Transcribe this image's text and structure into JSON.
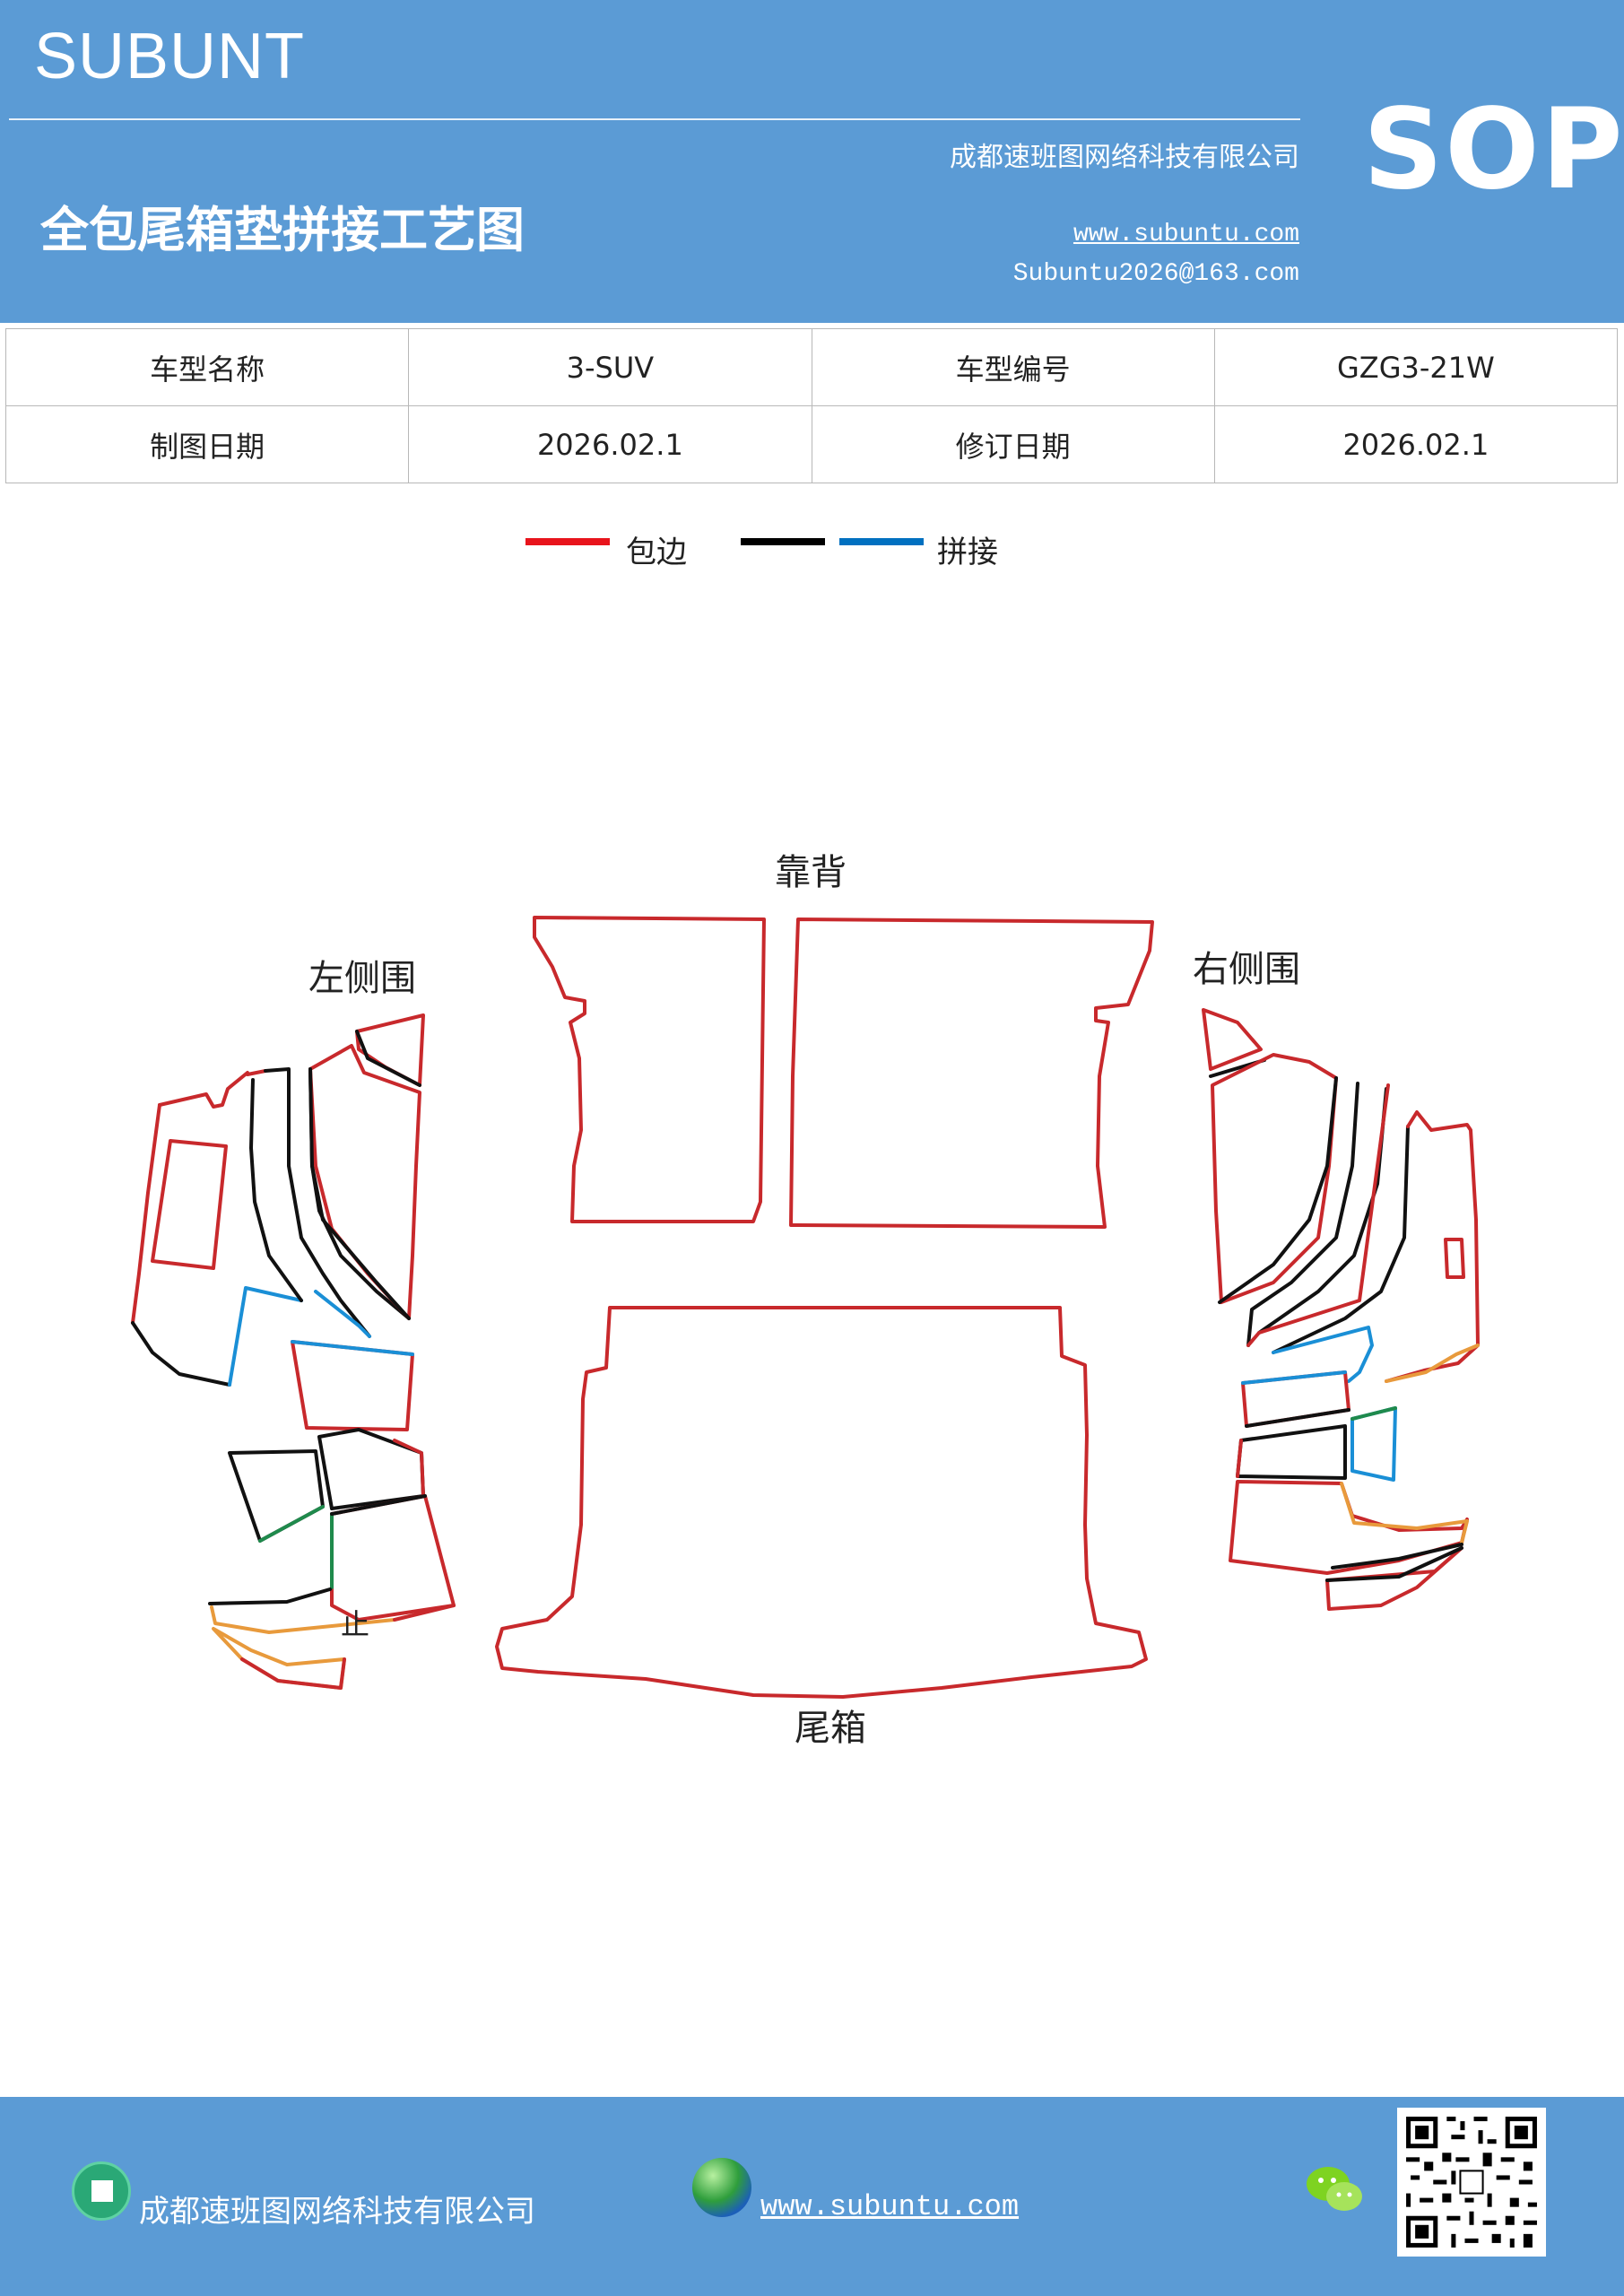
{
  "header": {
    "brand": "SUBUNT",
    "company": "成都速班图网络科技有限公司",
    "title": "全包尾箱垫拼接工艺图",
    "website": "www.subuntu.com",
    "email": "Subuntu2026@163.com",
    "badge": "SOP"
  },
  "info_table": {
    "rows": [
      {
        "label1": "车型名称",
        "value1": "3-SUV",
        "label2": "车型编号",
        "value2": "GZG3-21W"
      },
      {
        "label1": "制图日期",
        "value1": "2026.02.1",
        "label2": "修订日期",
        "value2": "2026.02.1"
      }
    ]
  },
  "legend": {
    "edge_label": "包边",
    "join_label": "拼接",
    "colors": {
      "edge": "#e8141c",
      "black": "#000000",
      "join": "#0070c0"
    }
  },
  "diagram": {
    "labels": {
      "backrest": "靠背",
      "left_side": "左侧围",
      "right_side": "右侧围",
      "trunk": "尾箱",
      "mark": "止"
    },
    "colors": {
      "edge": "#c8292c",
      "join_blue": "#1a8fd6",
      "join_green": "#1f8a4c",
      "join_orange": "#e89a3c",
      "seam_black": "#111111"
    }
  },
  "footer": {
    "company": "成都速班图网络科技有限公司",
    "website": "www.subuntu.com",
    "icons": [
      "building-icon",
      "globe-icon",
      "wechat-icon",
      "qr-code"
    ]
  }
}
